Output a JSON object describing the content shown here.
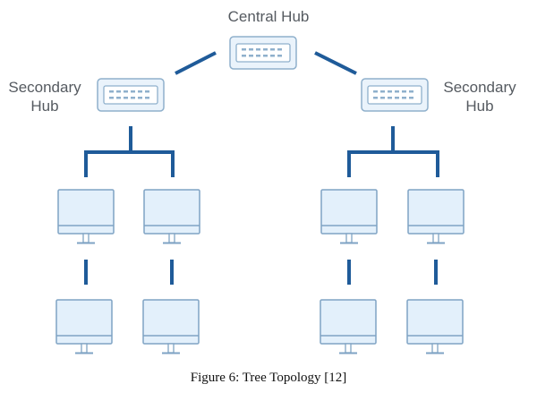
{
  "labels": {
    "central_hub": "Central Hub",
    "secondary_hub_left": [
      "Secondary",
      "Hub"
    ],
    "secondary_hub_right": [
      "Secondary",
      "Hub"
    ]
  },
  "caption": "Figure 6: Tree Topology [12]",
  "colors": {
    "link": "#1f5b99",
    "device_stroke": "#7fa3c4",
    "device_fill": "#e3f0fb",
    "label": "#555a60",
    "caption": "#111111"
  },
  "icons": {
    "hub": "network-hub-icon",
    "computer": "desktop-monitor-icon"
  }
}
